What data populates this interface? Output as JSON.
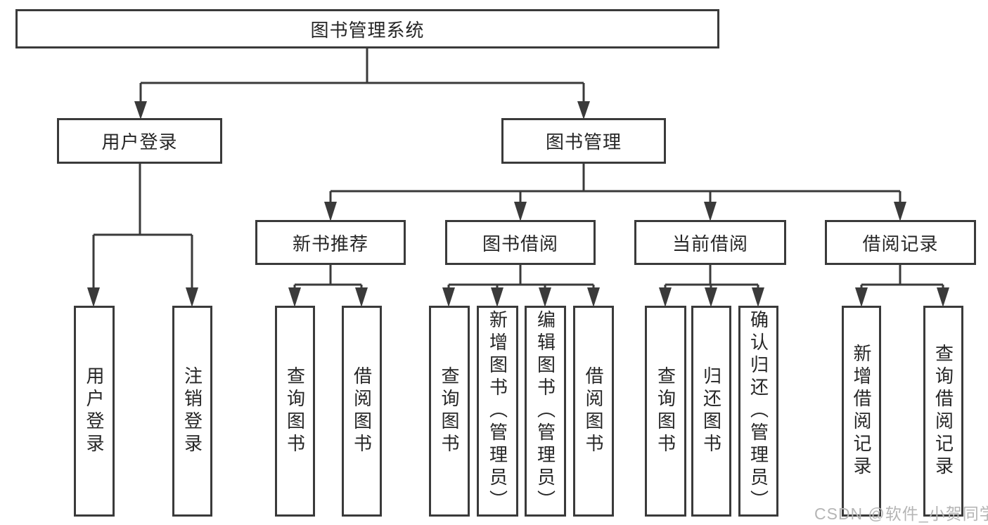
{
  "tree": {
    "label": "图书管理系统",
    "children": [
      {
        "label": "用户登录",
        "children": [
          {
            "label": "用户登录"
          },
          {
            "label": "注销登录"
          }
        ]
      },
      {
        "label": "图书管理",
        "children": [
          {
            "label": "新书推荐",
            "children": [
              {
                "label": "查询图书"
              },
              {
                "label": "借阅图书"
              }
            ]
          },
          {
            "label": "图书借阅",
            "children": [
              {
                "label": "查询图书"
              },
              {
                "label": "新增图书（管理员）"
              },
              {
                "label": "编辑图书（管理员）"
              },
              {
                "label": "借阅图书"
              }
            ]
          },
          {
            "label": "当前借阅",
            "children": [
              {
                "label": "查询图书"
              },
              {
                "label": "归还图书"
              },
              {
                "label": "确认归还（管理员）"
              }
            ]
          },
          {
            "label": "借阅记录",
            "children": [
              {
                "label": "新增借阅记录"
              },
              {
                "label": "查询借阅记录"
              }
            ]
          }
        ]
      }
    ]
  },
  "watermark": "CSDN @软件_小贺同学",
  "colors": {
    "line": "#3a3a3a",
    "text": "#262626",
    "background": "#ffffff",
    "watermark": "#b5b5b5"
  }
}
